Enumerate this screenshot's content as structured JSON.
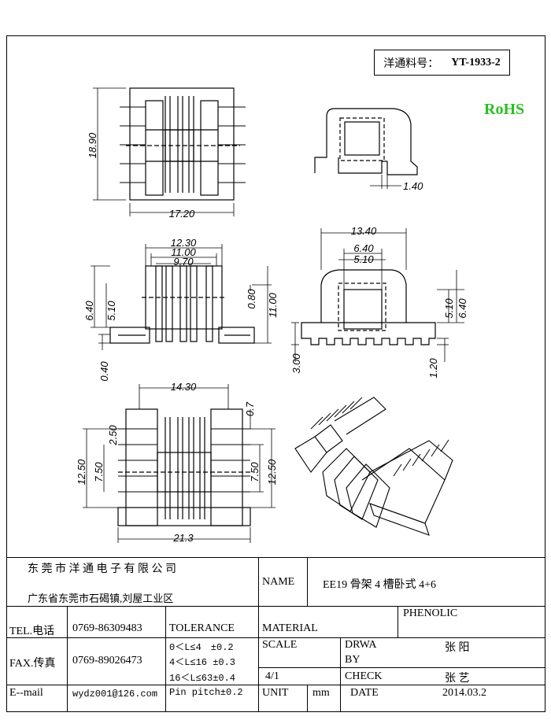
{
  "part_number": {
    "label": "洋通料号：",
    "value": "YT-1933-2"
  },
  "rohs": "RoHS",
  "dimensions": {
    "top_view": {
      "height": "18.90",
      "width": "17.20"
    },
    "side_view": {
      "gap": "1.40"
    },
    "front_view": {
      "w1": "12.30",
      "w2": "11.00",
      "w3": "9.70",
      "h1": "6.40",
      "h2": "5.10",
      "h3": "0.80",
      "h4": "11.00",
      "h5": "0.40"
    },
    "end_view": {
      "w1": "13.40",
      "w2": "6.40",
      "w3": "5.10",
      "h1": "5.10",
      "h2": "6.40",
      "h3": "3.00",
      "h4": "1.20"
    },
    "bottom_view": {
      "w1": "14.30",
      "w2": "21.3",
      "pitch": "2.50",
      "h1": "12.50",
      "h2": "7.50",
      "h3": "7.50",
      "h4": "12.50",
      "t": "0.7"
    }
  },
  "title_block": {
    "company": "东 莞 市 洋 通 电 子 有 限 公 司",
    "address": "广东省东莞市石碣镇,刘屋工业区",
    "name_label": "NAME",
    "name_value": "EE19 骨架 4 槽卧式 4+6",
    "tel_label": "TEL.电话",
    "tel_value": "0769-86309483",
    "tolerance_label": "TOLERANCE",
    "material_label": "MATERIAL",
    "material_value": "PHENOLIC",
    "fax_label": "FAX.传真",
    "fax_value": "0769-89026473",
    "tol_lines": [
      "0＜L≤4　±0.2",
      "4＜L≤16 ±0.3",
      "16＜L≤63±0.4",
      "Pin pitch±0.2"
    ],
    "scale_label": "SCALE",
    "scale_value": "4/1",
    "drwa_label": "DRWA",
    "by_label": "BY",
    "drawn_by": "张 阳",
    "check_label": "CHECK",
    "checked_by": "张 艺",
    "email_label": "E--mail",
    "email_value": "wydz001@126.com",
    "unit_label": "UNIT",
    "unit_value": "mm",
    "date_label": "DATE",
    "date_value": "2014.03.2"
  }
}
